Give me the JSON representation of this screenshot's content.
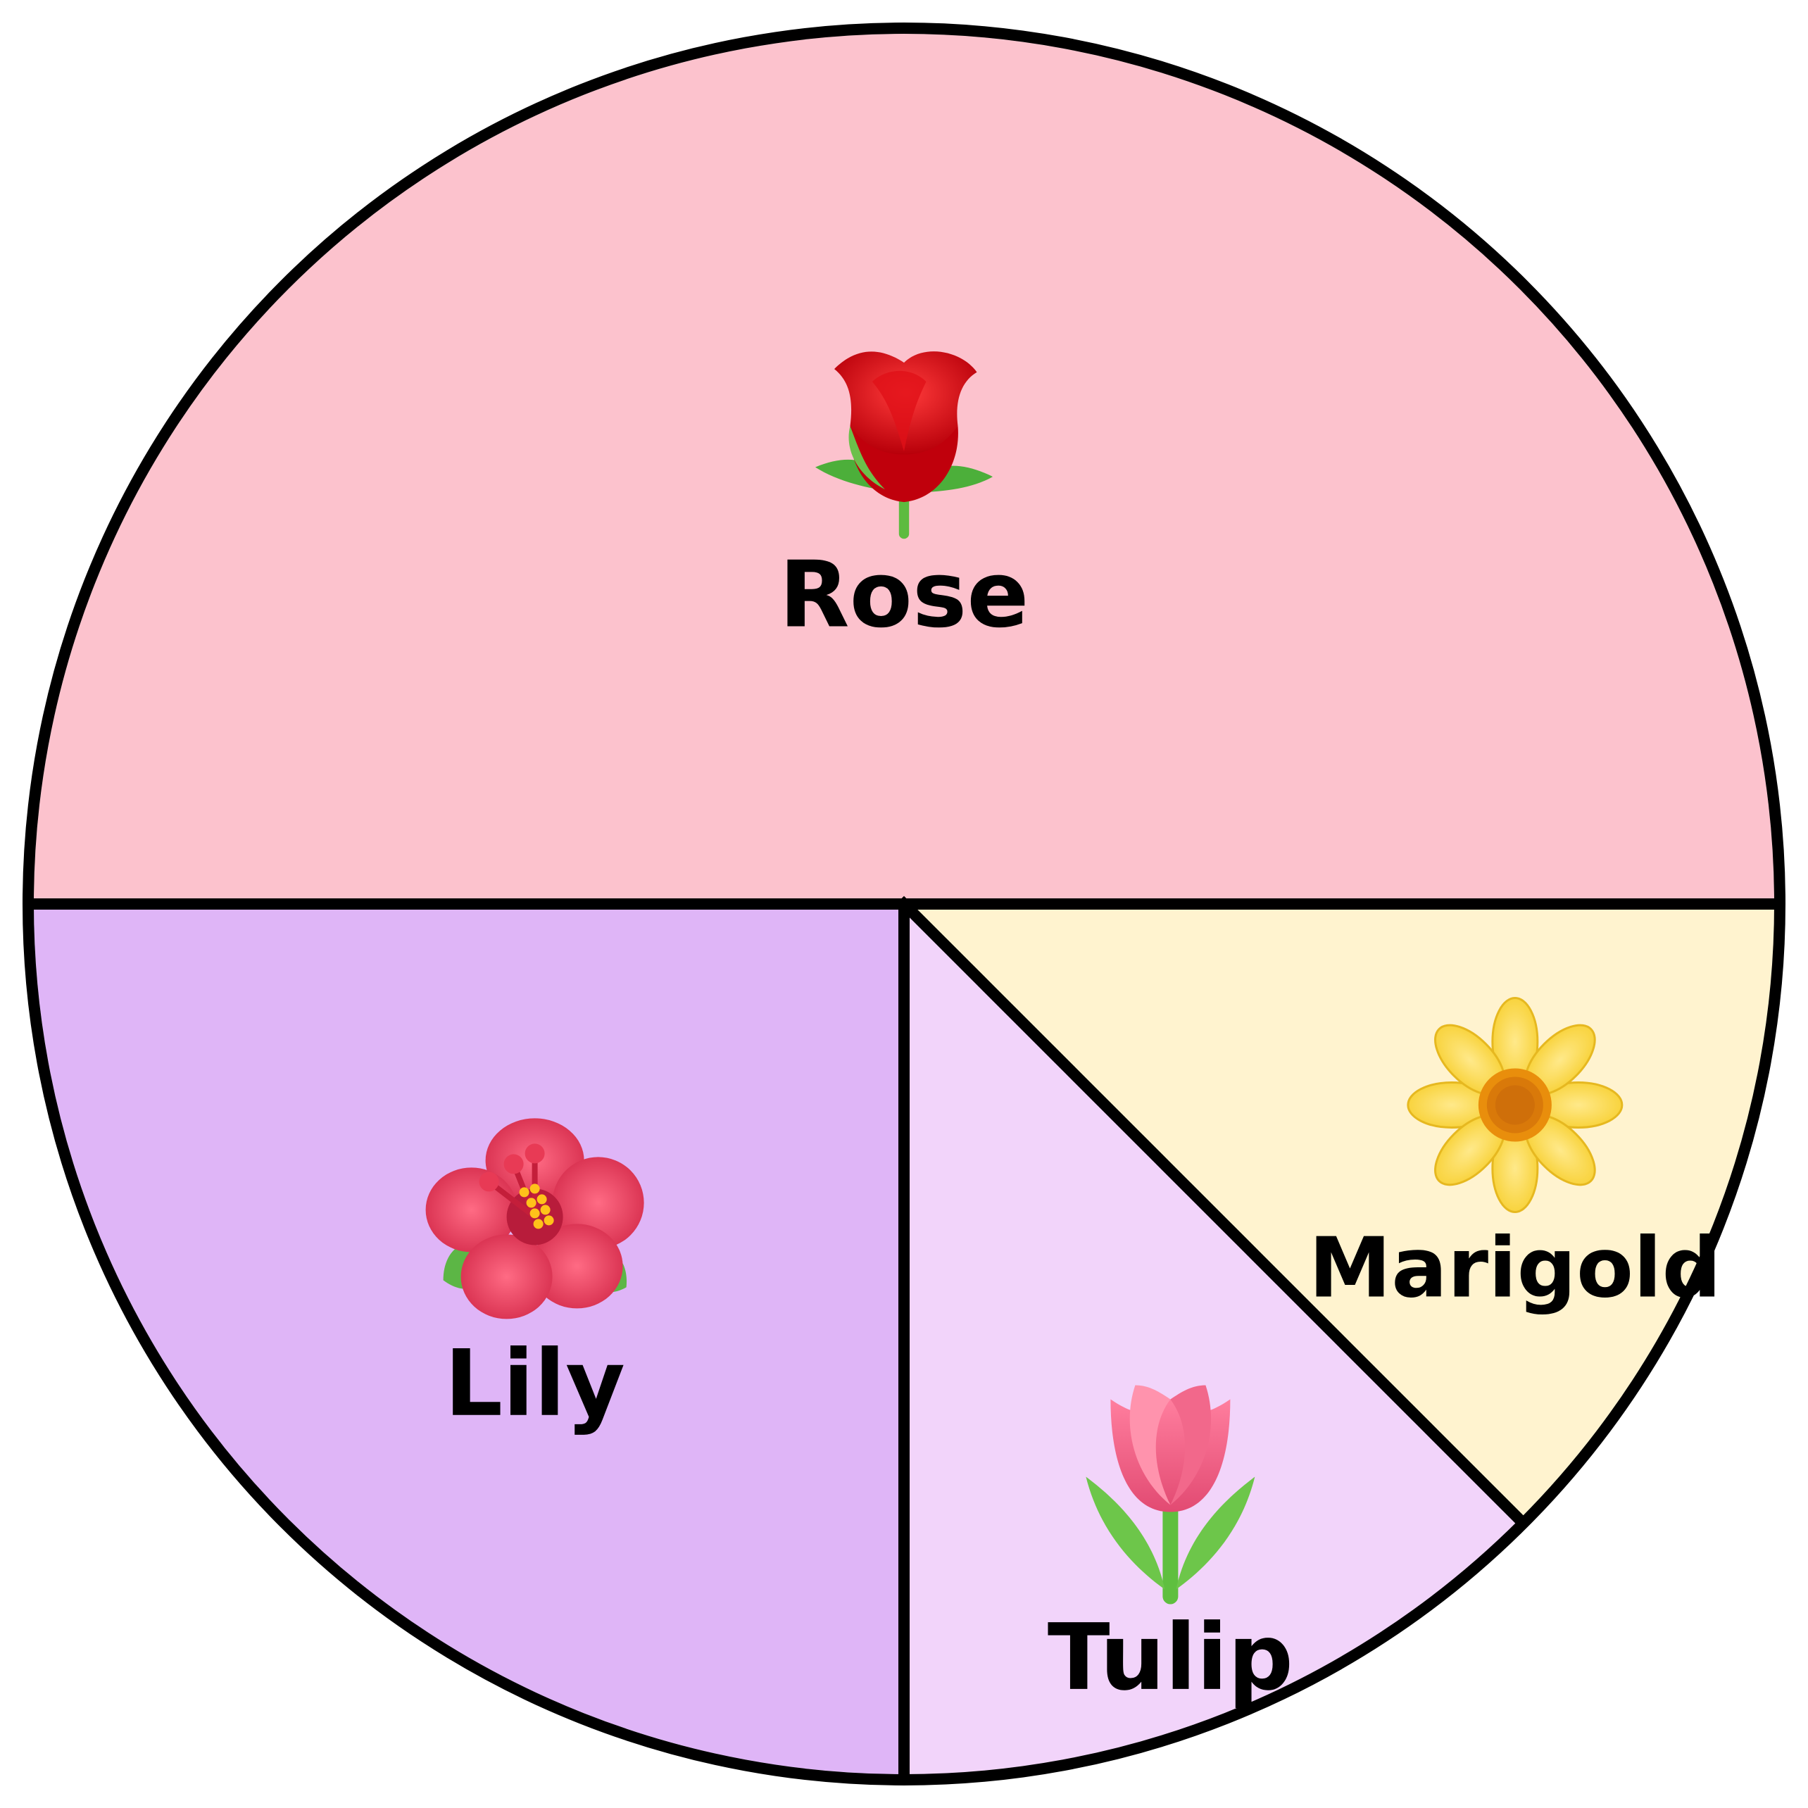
{
  "chart_data": {
    "type": "pie",
    "title": "",
    "slices": [
      {
        "label": "Rose",
        "value": 50,
        "color": "#fcc2cd",
        "icon": "rose-icon"
      },
      {
        "label": "Lily",
        "value": 25,
        "color": "#dfb5f7",
        "icon": "hibiscus-icon"
      },
      {
        "label": "Tulip",
        "value": 12.5,
        "color": "#f2d4fa",
        "icon": "tulip-icon"
      },
      {
        "label": "Marigold",
        "value": 12.5,
        "color": "#fff3cf",
        "icon": "blossom-icon"
      }
    ],
    "direction": "counterclockwise",
    "start_angle_deg": 0,
    "outline_color": "#000000",
    "legend": "none"
  }
}
